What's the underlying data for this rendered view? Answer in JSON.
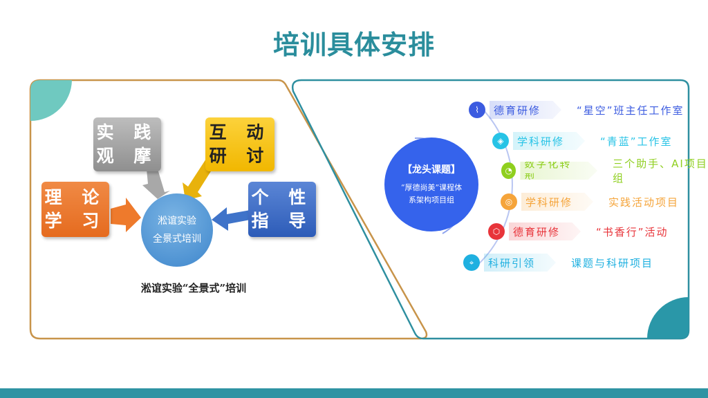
{
  "title": "培训具体安排",
  "left_panel": {
    "boxes": {
      "theory": "理 论\n学 习",
      "practice": "实 践\n观 摩",
      "interact": "互 动\n研 讨",
      "personal": "个 性\n指 导"
    },
    "center_line1": "淞谊实验",
    "center_line2": "全景式培训",
    "caption": "淞谊实验“全景式”培训"
  },
  "right_panel": {
    "core_title": "【龙头课题】",
    "core_line1": "“厚德尚美”课程体",
    "core_line2": "系架构项目组",
    "items": [
      {
        "label": "德育研修",
        "value": "“星空”班主任工作室",
        "color": "#3b5be0",
        "icon": "chart-icon"
      },
      {
        "label": "学科研修",
        "value": "“青蓝”工作室",
        "color": "#27c3e6",
        "icon": "layers-icon"
      },
      {
        "label": "数字化转型",
        "value": "三个助手、AI项目组",
        "color": "#8fcf1f",
        "icon": "pie-icon"
      },
      {
        "label": "学科研修",
        "value": "实践活动项目",
        "color": "#f5a43a",
        "icon": "target-icon"
      },
      {
        "label": "德育研修",
        "value": "“书香行”活动",
        "color": "#e8343a",
        "icon": "cube-icon"
      },
      {
        "label": "科研引领",
        "value": "课题与科研项目",
        "color": "#1fb0e0",
        "icon": "map-icon"
      }
    ]
  }
}
